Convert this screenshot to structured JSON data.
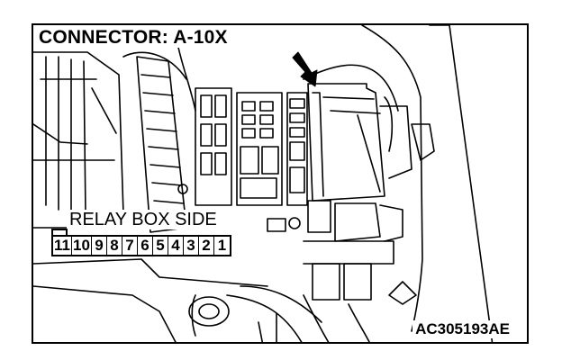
{
  "title": "CONNECTOR: A-10X",
  "relay_label": "RELAY BOX SIDE",
  "reference_code": "AC305193AE",
  "connector_pins": [
    "11",
    "10",
    "9",
    "8",
    "7",
    "6",
    "5",
    "4",
    "3",
    "2",
    "1"
  ],
  "colors": {
    "line": "#000000",
    "background": "#ffffff"
  }
}
